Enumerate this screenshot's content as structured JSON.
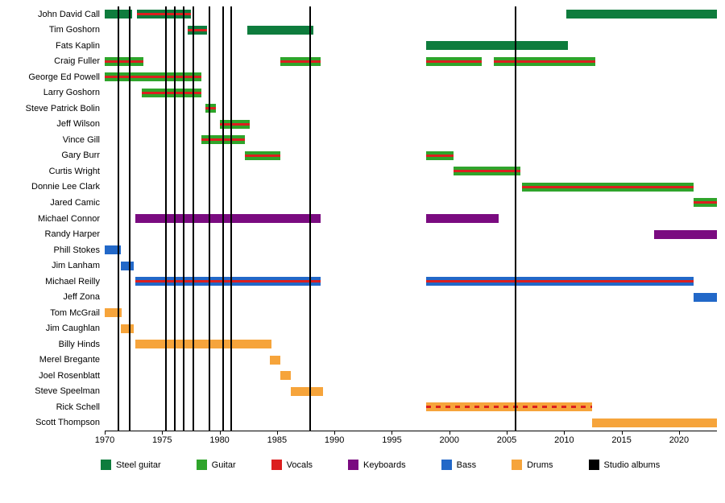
{
  "chart_data": {
    "type": "timeline",
    "x_axis": {
      "min": 1970,
      "max": 2023.3,
      "ticks": [
        1970,
        1975,
        1980,
        1985,
        1990,
        1995,
        2000,
        2005,
        2010,
        2015,
        2020
      ]
    },
    "colors": {
      "steel_guitar": "#0e7c3d",
      "guitar": "#2fa42b",
      "vocals": "#dc1f1f",
      "keyboards": "#7a0b80",
      "bass": "#2268c8",
      "drums": "#f6a43b",
      "studio_albums": "#000000"
    },
    "legend": [
      {
        "label": "Steel guitar",
        "key": "steel_guitar"
      },
      {
        "label": "Guitar",
        "key": "guitar"
      },
      {
        "label": "Vocals",
        "key": "vocals"
      },
      {
        "label": "Keyboards",
        "key": "keyboards"
      },
      {
        "label": "Bass",
        "key": "bass"
      },
      {
        "label": "Drums",
        "key": "drums"
      },
      {
        "label": "Studio albums",
        "key": "studio_albums"
      }
    ],
    "album_lines": [
      1971.2,
      1972.2,
      1975.3,
      1976.1,
      1976.9,
      1977.7,
      1979.1,
      1980.3,
      1981.0,
      1987.9,
      2005.8
    ],
    "members": [
      {
        "name": "John David Call",
        "bars": [
          {
            "start": 1970,
            "end": 1972.4,
            "roles": [
              "steel_guitar"
            ]
          },
          {
            "start": 1972.8,
            "end": 1977.5,
            "roles": [
              "steel_guitar",
              "vocals"
            ]
          },
          {
            "start": 2010.2,
            "end": 2023.3,
            "roles": [
              "steel_guitar"
            ]
          }
        ]
      },
      {
        "name": "Tim Goshorn",
        "bars": [
          {
            "start": 1977.2,
            "end": 1978.9,
            "roles": [
              "steel_guitar",
              "vocals"
            ]
          },
          {
            "start": 1982.4,
            "end": 1988.2,
            "roles": [
              "steel_guitar"
            ]
          }
        ]
      },
      {
        "name": "Fats Kaplin",
        "bars": [
          {
            "start": 1998,
            "end": 2010.3,
            "roles": [
              "steel_guitar"
            ]
          }
        ]
      },
      {
        "name": "Craig Fuller",
        "bars": [
          {
            "start": 1970,
            "end": 1973.4,
            "roles": [
              "guitar",
              "vocals"
            ]
          },
          {
            "start": 1985.3,
            "end": 1988.8,
            "roles": [
              "guitar",
              "vocals"
            ]
          },
          {
            "start": 1998,
            "end": 2002.8,
            "roles": [
              "guitar",
              "vocals"
            ]
          },
          {
            "start": 2003.9,
            "end": 2012.7,
            "roles": [
              "guitar",
              "vocals"
            ]
          }
        ]
      },
      {
        "name": "George Ed Powell",
        "bars": [
          {
            "start": 1970,
            "end": 1978.4,
            "roles": [
              "guitar",
              "vocals"
            ]
          }
        ]
      },
      {
        "name": "Larry Goshorn",
        "bars": [
          {
            "start": 1973.2,
            "end": 1978.4,
            "roles": [
              "guitar",
              "vocals"
            ]
          }
        ]
      },
      {
        "name": "Steve Patrick Bolin",
        "bars": [
          {
            "start": 1978.8,
            "end": 1979.7,
            "roles": [
              "guitar",
              "vocals"
            ]
          }
        ]
      },
      {
        "name": "Jeff Wilson",
        "bars": [
          {
            "start": 1980.0,
            "end": 1982.6,
            "roles": [
              "guitar",
              "vocals"
            ]
          }
        ]
      },
      {
        "name": "Vince Gill",
        "bars": [
          {
            "start": 1978.4,
            "end": 1982.2,
            "roles": [
              "guitar",
              "vocals"
            ]
          }
        ]
      },
      {
        "name": "Gary Burr",
        "bars": [
          {
            "start": 1982.2,
            "end": 1985.3,
            "roles": [
              "guitar",
              "vocals"
            ]
          },
          {
            "start": 1998,
            "end": 2000.4,
            "roles": [
              "guitar",
              "vocals"
            ]
          }
        ]
      },
      {
        "name": "Curtis Wright",
        "bars": [
          {
            "start": 2000.4,
            "end": 2006.2,
            "roles": [
              "guitar",
              "vocals"
            ]
          }
        ]
      },
      {
        "name": "Donnie Lee Clark",
        "bars": [
          {
            "start": 2006.3,
            "end": 2021.3,
            "roles": [
              "guitar",
              "vocals"
            ]
          }
        ]
      },
      {
        "name": "Jared Camic",
        "bars": [
          {
            "start": 2021.3,
            "end": 2023.3,
            "roles": [
              "guitar",
              "vocals"
            ]
          }
        ]
      },
      {
        "name": "Michael Connor",
        "bars": [
          {
            "start": 1972.7,
            "end": 1988.8,
            "roles": [
              "keyboards"
            ]
          },
          {
            "start": 1998,
            "end": 2004.3,
            "roles": [
              "keyboards"
            ]
          }
        ]
      },
      {
        "name": "Randy Harper",
        "bars": [
          {
            "start": 2017.8,
            "end": 2023.3,
            "roles": [
              "keyboards"
            ]
          }
        ]
      },
      {
        "name": "Phill Stokes",
        "bars": [
          {
            "start": 1970,
            "end": 1971.4,
            "roles": [
              "bass"
            ]
          }
        ]
      },
      {
        "name": "Jim Lanham",
        "bars": [
          {
            "start": 1971.4,
            "end": 1972.5,
            "roles": [
              "bass"
            ]
          }
        ]
      },
      {
        "name": "Michael Reilly",
        "bars": [
          {
            "start": 1972.7,
            "end": 1988.8,
            "roles": [
              "bass",
              "vocals"
            ]
          },
          {
            "start": 1998,
            "end": 2021.3,
            "roles": [
              "bass",
              "vocals"
            ]
          }
        ]
      },
      {
        "name": "Jeff Zona",
        "bars": [
          {
            "start": 2021.3,
            "end": 2023.3,
            "roles": [
              "bass"
            ]
          }
        ]
      },
      {
        "name": "Tom McGrail",
        "bars": [
          {
            "start": 1970,
            "end": 1971.5,
            "roles": [
              "drums"
            ]
          }
        ]
      },
      {
        "name": "Jim Caughlan",
        "bars": [
          {
            "start": 1971.4,
            "end": 1972.5,
            "roles": [
              "drums"
            ]
          }
        ]
      },
      {
        "name": "Billy Hinds",
        "bars": [
          {
            "start": 1972.7,
            "end": 1984.5,
            "roles": [
              "drums"
            ]
          }
        ]
      },
      {
        "name": "Merel Bregante",
        "bars": [
          {
            "start": 1984.4,
            "end": 1985.3,
            "roles": [
              "drums"
            ]
          }
        ]
      },
      {
        "name": "Joel Rosenblatt",
        "bars": [
          {
            "start": 1985.3,
            "end": 1986.2,
            "roles": [
              "drums"
            ]
          }
        ]
      },
      {
        "name": "Steve Speelman",
        "bars": [
          {
            "start": 1986.2,
            "end": 1989.0,
            "roles": [
              "drums"
            ]
          }
        ]
      },
      {
        "name": "Rick Schell",
        "bars": [
          {
            "start": 1998,
            "end": 2012.4,
            "roles": [
              "drums",
              "vocals"
            ],
            "stripe": "dashed"
          }
        ]
      },
      {
        "name": "Scott Thompson",
        "bars": [
          {
            "start": 2012.4,
            "end": 2023.3,
            "roles": [
              "drums"
            ]
          }
        ]
      }
    ]
  }
}
